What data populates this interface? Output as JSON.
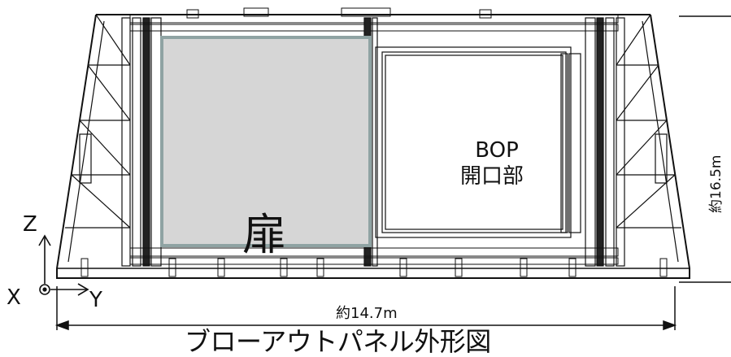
{
  "door": {
    "label": "扉",
    "fill": "#d6d6d6",
    "border": "#8fa3a3"
  },
  "bop_opening": {
    "line1": "BOP",
    "line2": "開口部"
  },
  "dimensions": {
    "height": "約16.5m",
    "width": "約14.7m"
  },
  "caption": "ブローアウトパネル外形図",
  "axes": {
    "x": "X",
    "y": "Y",
    "z": "Z"
  },
  "colors": {
    "line": "#111111",
    "background": "#ffffff"
  }
}
